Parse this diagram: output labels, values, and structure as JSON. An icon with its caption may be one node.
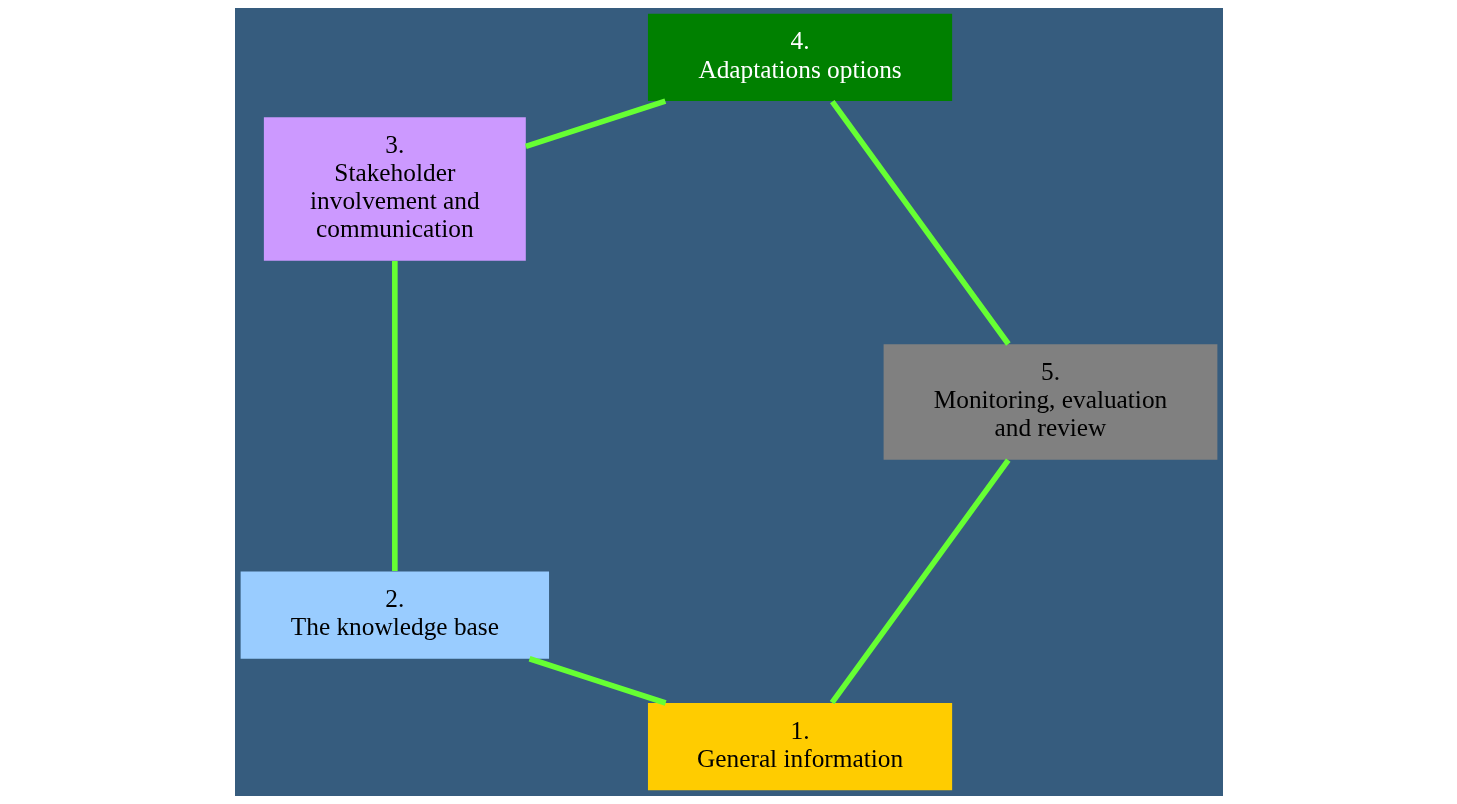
{
  "diagram": {
    "nodes": [
      {
        "text": [
          "1.",
          "General information"
        ]
      },
      {
        "text": [
          "2.",
          "The knowledge base"
        ]
      },
      {
        "text": [
          "3.",
          "Stakeholder involvement and communication"
        ]
      },
      {
        "text": [
          "4.",
          "Adaptations options"
        ]
      },
      {
        "text": [
          "5.",
          "Monitoring, evaluation and review"
        ]
      }
    ],
    "edges": [
      {
        "from": 0,
        "to": 1,
        "arrow": "none"
      },
      {
        "from": 1,
        "to": 2,
        "arrow": "none"
      },
      {
        "from": 2,
        "to": 3,
        "arrow": "none"
      },
      {
        "from": 3,
        "to": 4,
        "arrow": "none"
      },
      {
        "from": 4,
        "to": 0,
        "arrow": "none"
      }
    ]
  }
}
